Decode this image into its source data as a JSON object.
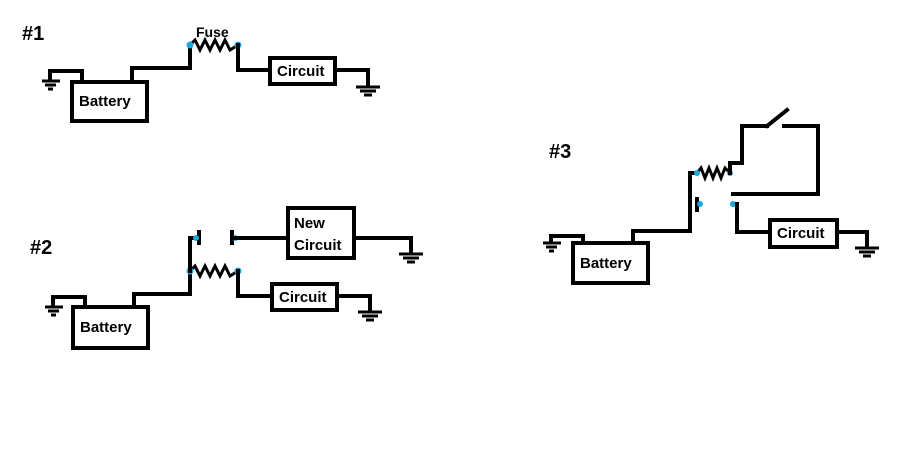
{
  "diagram1": {
    "title": "#1",
    "battery": "Battery",
    "fuse": "Fuse",
    "circuit": "Circuit"
  },
  "diagram2": {
    "title": "#2",
    "battery": "Battery",
    "circuit": "Circuit",
    "new_circuit_line1": "New",
    "new_circuit_line2": "Circuit"
  },
  "diagram3": {
    "title": "#3",
    "battery": "Battery",
    "circuit": "Circuit"
  },
  "colors": {
    "wire": "#000000",
    "terminal_dot": "#1aa7d9",
    "background": "#ffffff"
  }
}
